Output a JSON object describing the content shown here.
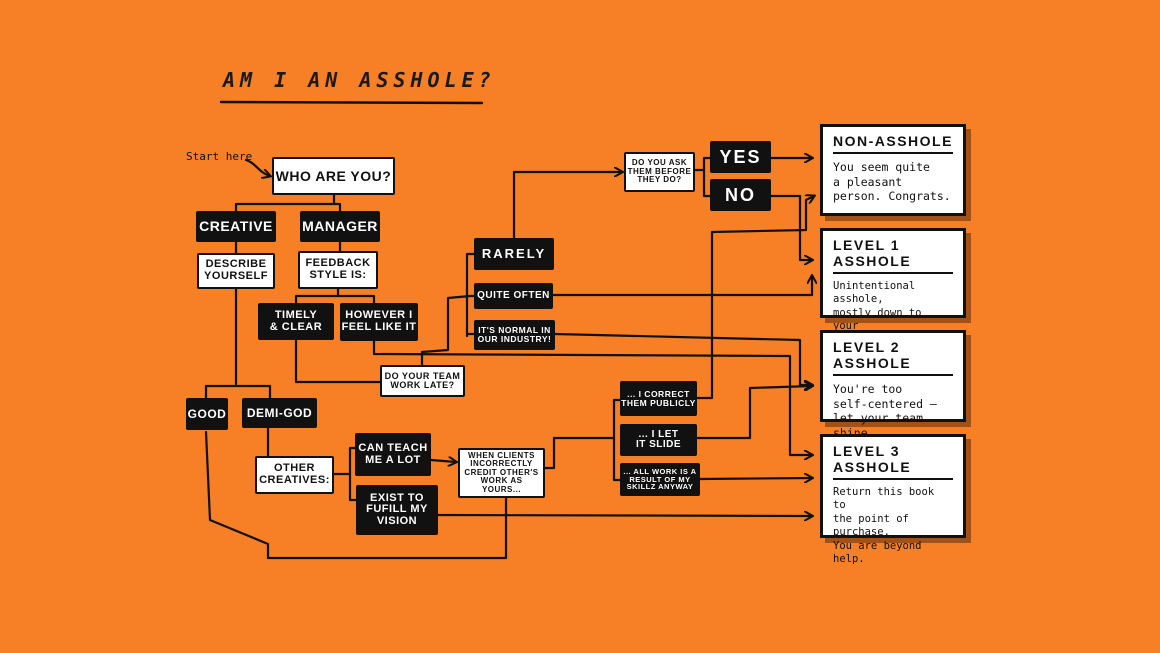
{
  "title": "AM I AN ASSHOLE?",
  "start_label": "Start here",
  "nodes": {
    "who": "WHO ARE YOU?",
    "creative": "CREATIVE",
    "manager": "MANAGER",
    "describe": "DESCRIBE\nYOURSELF",
    "feedback": "FEEDBACK\nSTYLE IS:",
    "timely": "TIMELY\n& CLEAR",
    "however": "HOWEVER I\nFEEL LIKE IT",
    "late": "DO YOUR TEAM\nWORK LATE?",
    "rarely": "RARELY",
    "often": "QUITE OFTEN",
    "normal": "IT'S NORMAL IN\nOUR INDUSTRY!",
    "ask": "DO YOU ASK\nTHEM BEFORE\nTHEY DO?",
    "yes": "YES",
    "no": "NO",
    "good": "GOOD",
    "demigod": "DEMI-GOD",
    "other": "OTHER\nCREATIVES:",
    "teach": "CAN TEACH\nME A LOT",
    "exist": "EXIST TO\nFUFILL MY\nVISION",
    "clients": "WHEN CLIENTS\nINCORRECTLY\nCREDIT OTHER'S\nWORK AS YOURS...",
    "correct": "... I CORRECT\nTHEM PUBLICLY",
    "slide": "... I LET\nIT SLIDE",
    "allwork": "... ALL WORK IS A\nRESULT OF MY\nSKILLZ ANYWAY"
  },
  "results": {
    "non": {
      "title": "NON-ASSHOLE",
      "text": "You seem quite\na pleasant\nperson. Congrats."
    },
    "l1": {
      "title": "LEVEL 1 ASSHOLE",
      "text": "Unintentional asshole,\nmostly down to your\nbad organization."
    },
    "l2": {
      "title": "LEVEL 2 ASSHOLE",
      "text": "You're too\nself-centered —\nlet your team shine."
    },
    "l3": {
      "title": "LEVEL 3 ASSHOLE",
      "text": "Return this book to\nthe point of purchase.\nYou are beyond help."
    }
  },
  "colors": {
    "background": "#F77F26",
    "ink": "#111111",
    "paper": "#FFFFFF"
  }
}
